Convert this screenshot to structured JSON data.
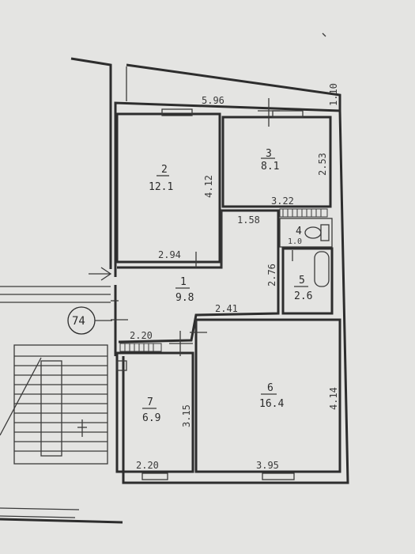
{
  "apartment_number": "74",
  "rooms": [
    {
      "id": "1",
      "area": "9.8"
    },
    {
      "id": "2",
      "area": "12.1"
    },
    {
      "id": "3",
      "area": "8.1"
    },
    {
      "id": "4",
      "area": "1.0"
    },
    {
      "id": "5",
      "area": "2.6"
    },
    {
      "id": "6",
      "area": "16.4"
    },
    {
      "id": "7",
      "area": "6.9"
    }
  ],
  "dimensions": {
    "balcony_width": "5.96",
    "balcony_depth": "1.10",
    "room2_height": "4.12",
    "room2_width": "2.94",
    "room3_width": "3.22",
    "room3_height": "2.53",
    "hall_width": "1.58",
    "hall_height": "2.76",
    "hall_width_lower": "2.41",
    "room7_width_top": "2.20",
    "room7_width_bottom": "2.20",
    "room7_height": "3.15",
    "room6_width": "3.95",
    "room6_height": "4.14"
  }
}
